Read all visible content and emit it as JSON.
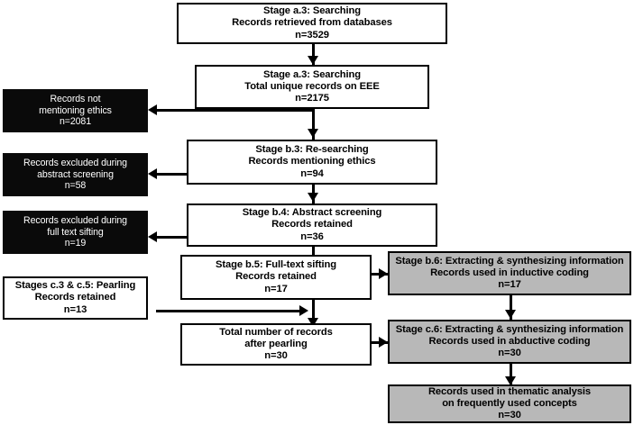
{
  "diagram": {
    "title": "Systematic review record flow diagram",
    "colors": {
      "box_white_fill": "#ffffff",
      "box_gray_fill": "#b8b8b8",
      "box_black_fill": "#0a0a0a",
      "border": "#000000",
      "text_on_white": "#000000",
      "text_on_black": "#ffffff",
      "connector": "#000000",
      "canvas": "#ffffff"
    },
    "nodes": {
      "searching_retrieved": {
        "style": "white",
        "line1": "Stage a.3: Searching",
        "line2": "Records retrieved from databases",
        "line3": "n=3529"
      },
      "searching_unique": {
        "style": "white",
        "line1": "Stage a.3: Searching",
        "line2": "Total unique records on EEE",
        "line3": "n=2175"
      },
      "not_mentioning_ethics": {
        "style": "black",
        "line1": "Records not",
        "line2": "mentioning ethics",
        "line3": "n=2081"
      },
      "researching_mentioning": {
        "style": "white",
        "line1": "Stage b.3: Re-searching",
        "line2": "Records mentioning ethics",
        "line3": "n=94"
      },
      "excluded_abstract": {
        "style": "black",
        "line1": "Records excluded during",
        "line2": "abstract screening",
        "line3": "n=58"
      },
      "abstract_screening": {
        "style": "white",
        "line1": "Stage b.4: Abstract screening",
        "line2": "Records retained",
        "line3": "n=36"
      },
      "excluded_fulltext": {
        "style": "black",
        "line1": "Records excluded during",
        "line2": "full text sifting",
        "line3": "n=19"
      },
      "fulltext_sifting": {
        "style": "white",
        "line1": "Stage b.5: Full-text sifting",
        "line2": "Records retained",
        "line3": "n=17"
      },
      "pearling": {
        "style": "white",
        "line1": "Stages c.3 & c.5: Pearling",
        "line2": "Records retained",
        "line3": "n=13"
      },
      "total_after_pearling": {
        "style": "white",
        "line1": "Total number of records",
        "line2": "after pearling",
        "line3": "n=30"
      },
      "inductive_coding": {
        "style": "gray",
        "line1": "Stage b.6: Extracting & synthesizing information",
        "line2": "Records used in inductive coding",
        "line3": "n=17"
      },
      "abductive_coding": {
        "style": "gray",
        "line1": "Stage c.6: Extracting & synthesizing information",
        "line2": "Records used in abductive coding",
        "line3": "n=30"
      },
      "thematic_analysis": {
        "style": "gray",
        "line1": "Records used in thematic analysis",
        "line2": "on frequently used concepts",
        "line3": "n=30"
      }
    }
  }
}
